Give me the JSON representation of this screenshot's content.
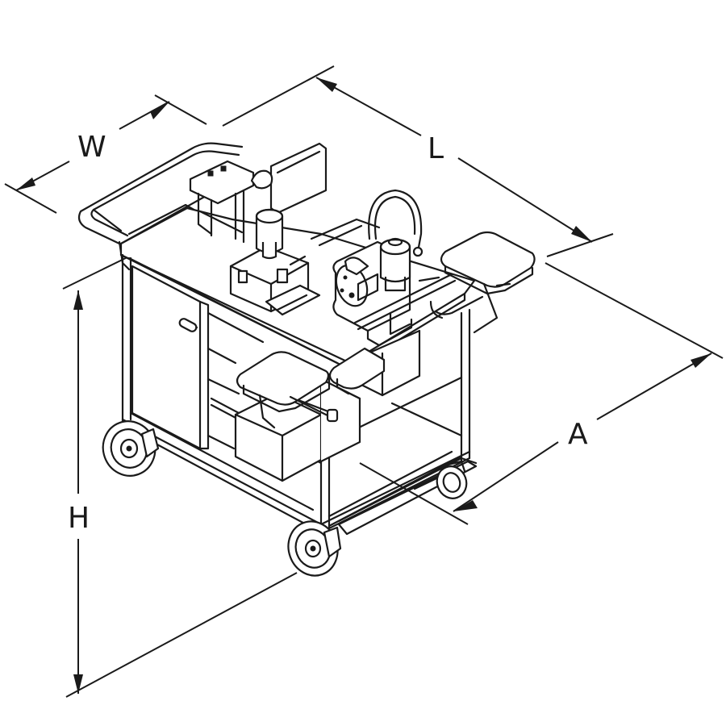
{
  "dimensions": {
    "width_label": "W",
    "length_label": "L",
    "height_label": "H",
    "a_label": "A"
  }
}
